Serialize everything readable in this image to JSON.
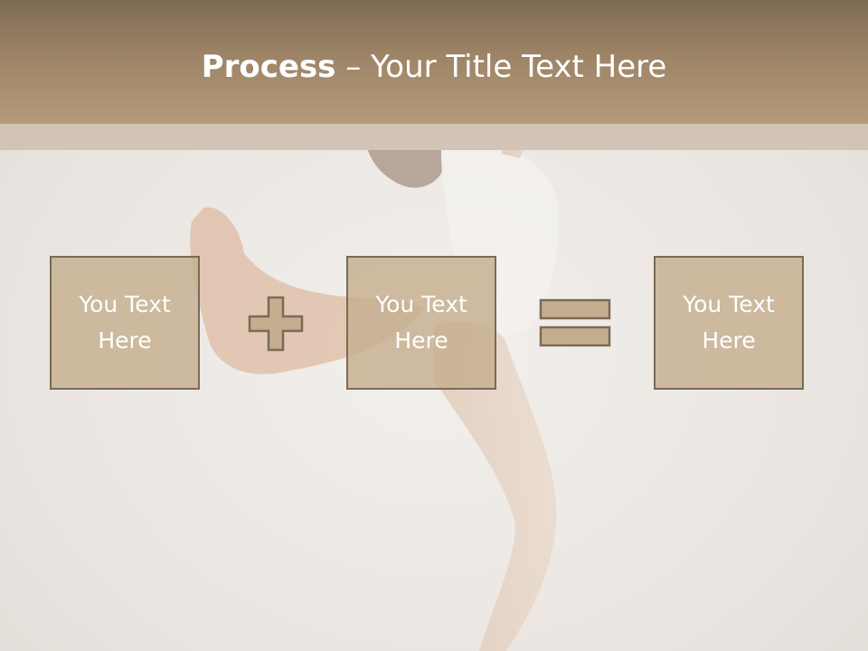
{
  "title": {
    "bold": "Process",
    "rest": " – Your Title Text Here"
  },
  "boxes": [
    {
      "text": "You Text\nHere"
    },
    {
      "text": "You Text\nHere"
    },
    {
      "text": "You Text\nHere"
    }
  ],
  "operators": [
    "plus-icon",
    "equals-icon"
  ],
  "colors": {
    "header": "#a88f70",
    "box_fill": "#c4ae8f",
    "box_border": "#7a6a57",
    "text": "#ffffff"
  }
}
